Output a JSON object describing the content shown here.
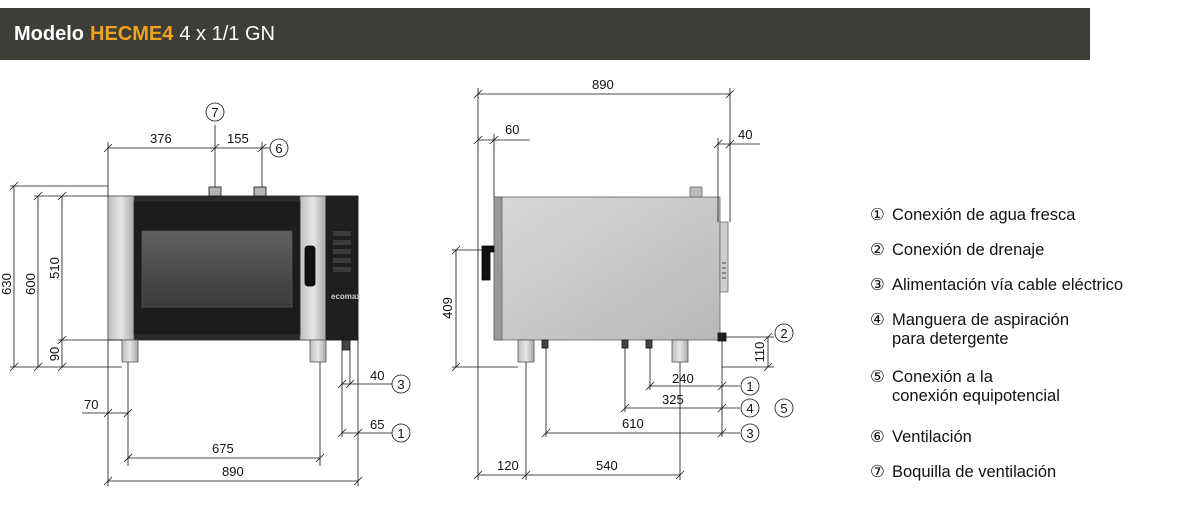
{
  "header": {
    "word_model": "Modelo",
    "model_code": "HECME4",
    "spec": "4 x 1/1 GN",
    "accent_color": "#f2a31c",
    "bg_color": "#3e3d38"
  },
  "front": {
    "top_376": "376",
    "top_155": "155",
    "h_630": "630",
    "h_600": "600",
    "h_510": "510",
    "h_90": "90",
    "w_70": "70",
    "w_675": "675",
    "w_890": "890",
    "r_40": "40",
    "r_65": "65",
    "c7": "7",
    "c6": "6",
    "c3": "3",
    "c1": "1",
    "brand": "ecomax"
  },
  "side": {
    "w_890": "890",
    "w_60": "60",
    "w_40": "40",
    "h_409": "409",
    "h_110": "110",
    "d_240": "240",
    "d_325": "325",
    "d_610": "610",
    "b_120": "120",
    "b_540": "540",
    "c2": "2",
    "c1": "1",
    "c4": "4",
    "c5": "5",
    "c3": "3"
  },
  "legend": [
    {
      "num": "①",
      "text": "Conexión de agua fresca"
    },
    {
      "num": "②",
      "text": "Conexión de drenaje"
    },
    {
      "num": "③",
      "text": "Alimentación vía cable eléctrico"
    },
    {
      "num": "④",
      "text": "Manguera de aspiración",
      "cont": "para detergente"
    },
    {
      "num": "⑤",
      "text": "Conexión a la",
      "cont": "conexión equipotencial"
    },
    {
      "num": "⑥",
      "text": "Ventilación"
    },
    {
      "num": "⑦",
      "text": "Boquilla de ventilación"
    }
  ]
}
